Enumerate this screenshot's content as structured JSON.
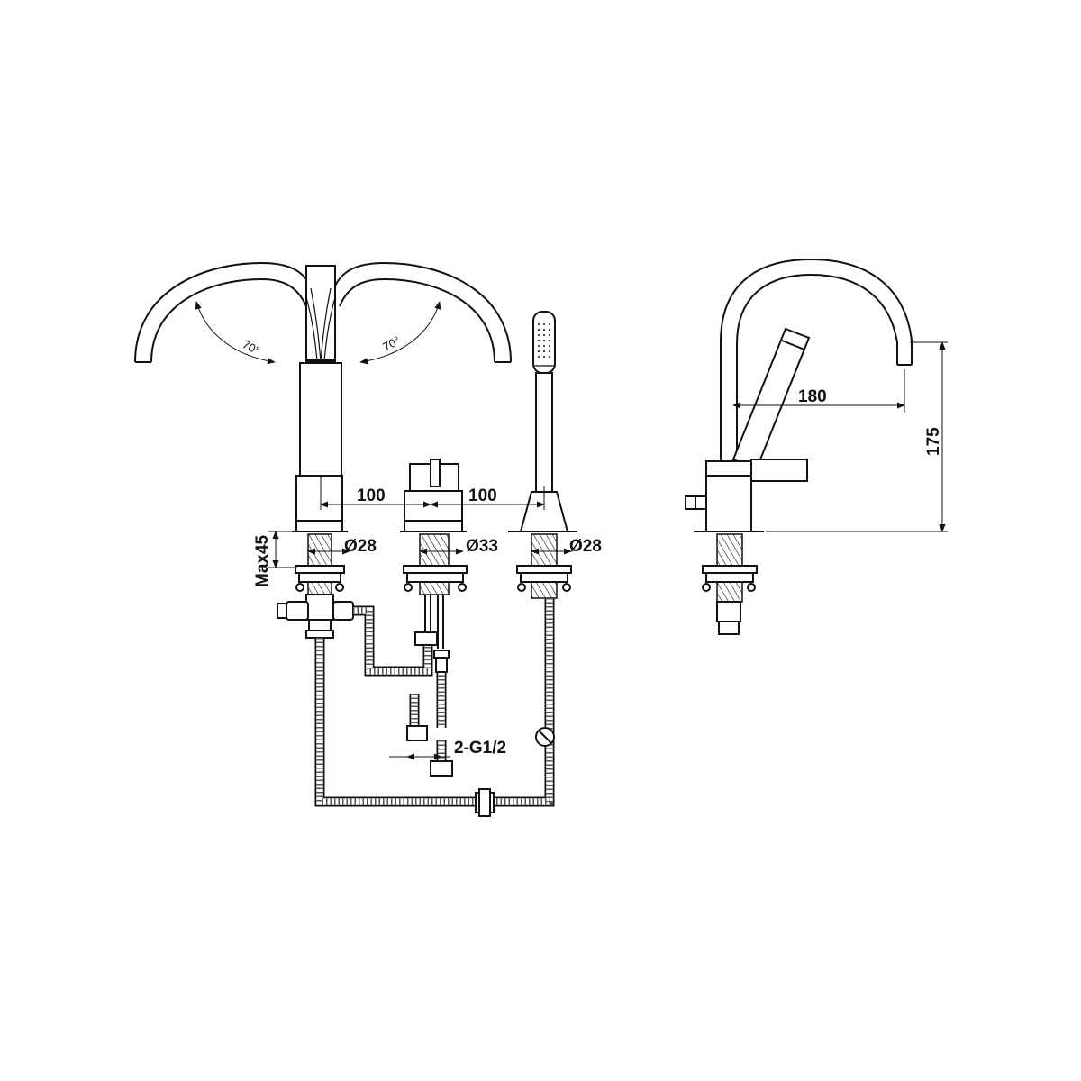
{
  "diagram": {
    "front_view": {
      "spread_left": "100",
      "spread_right": "100",
      "max_deck": "Max45",
      "dia_left": "Ø28",
      "dia_center": "Ø33",
      "dia_right": "Ø28",
      "swivel_left": "70°",
      "swivel_right": "70°",
      "connection": "2-G1/2"
    },
    "side_view": {
      "reach": "180",
      "height": "175"
    }
  }
}
